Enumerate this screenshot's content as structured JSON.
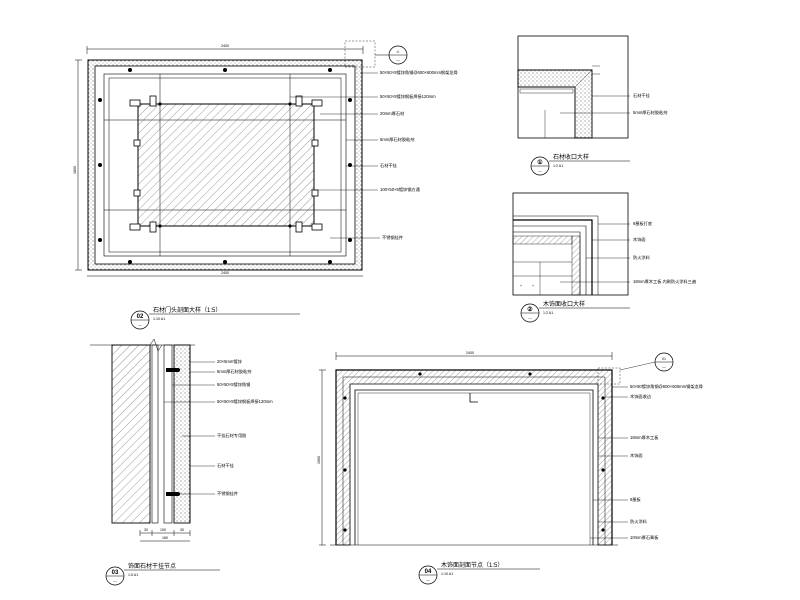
{
  "views": [
    {
      "id": "v1",
      "number": "02",
      "sub": "—",
      "title": "石材门头剖面大样（1:5）",
      "scale": "1:10 A1"
    },
    {
      "id": "v2",
      "number": "①",
      "sub": "—",
      "title": "石材收口大样",
      "scale": "1:2 A1"
    },
    {
      "id": "v3",
      "number": "②",
      "sub": "—",
      "title": "木饰面收口大样",
      "scale": "1:2 A1"
    },
    {
      "id": "v4",
      "number": "03",
      "sub": "—",
      "title": "饰面石材干挂节点",
      "scale": "1:5 A1"
    },
    {
      "id": "v5",
      "number": "04",
      "sub": "—",
      "title": "木饰面剖面节点（1:5）",
      "scale": "1:10 A1"
    }
  ],
  "callouts": {
    "v1_top": {
      "number": "①",
      "sub": "—"
    },
    "v5_top": {
      "number": "01",
      "sub": "—"
    }
  },
  "dimensions": {
    "v1_width": "2400",
    "v1_height": "1800",
    "v4_parts": [
      "30",
      "100",
      "30"
    ],
    "v4_total": "160",
    "v5_width": "2400",
    "v5_height": "1900"
  },
  "annotations": {
    "v1": [
      "50×50×5镀锌角钢@600×600mm钢架龙骨",
      "50×50×5镀锌钢板焊接120mm",
      "20mm厚石材",
      "5mm厚石材胶粘剂",
      "石材干挂",
      "100×50×5镀锌钢方通",
      "不锈钢挂件"
    ],
    "v2": [
      "石材干挂",
      "5mm厚石材胶粘剂"
    ],
    "v3": [
      "9厘板打底",
      "木饰面",
      "防火涂料",
      "18mm厚木工板 内刷防火涂料三遍"
    ],
    "v4": [
      "20×5mm镀锌",
      "5mm厚石材胶粘剂",
      "50×50×5镀锌角钢",
      "50×50×5镀锌钢板焊接120mm",
      "干挂石材专用胶",
      "石材干挂",
      "不锈钢挂件"
    ],
    "v5": [
      "50×50镀锌角钢@600×600mm钢架龙骨",
      "木饰面收边",
      "18mm厚木工板",
      "木饰面",
      "9厘板",
      "防火涂料",
      "10mm厚石膏板"
    ]
  }
}
